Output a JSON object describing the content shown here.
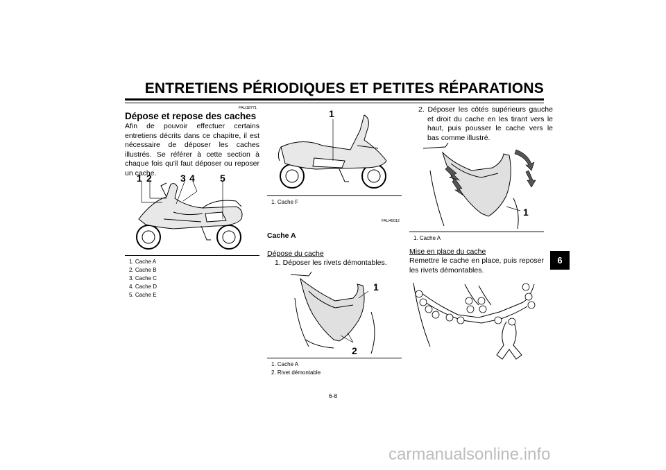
{
  "header": {
    "title": "ENTRETIENS PÉRIODIQUES ET PETITES RÉPARATIONS"
  },
  "col1": {
    "code": "FAU18771",
    "heading": "Dépose et repose des caches",
    "paragraph": "Afin de pouvoir effectuer certains entretiens décrits dans ce chapitre, il est nécessaire de déposer les caches illustrés. Se référer à cette section à chaque fois qu'il faut déposer ou reposer un cache.",
    "callouts": [
      "1",
      "2",
      "3",
      "4",
      "5"
    ],
    "captions": [
      "1. Cache A",
      "2. Cache B",
      "3. Cache C",
      "4. Cache D",
      "5. Cache E"
    ]
  },
  "col2": {
    "fig1_callout": "1",
    "fig1_caption": "1. Cache F",
    "code": "FAU45012",
    "heading": "Cache A",
    "subheading": "Dépose du cache",
    "step1": "1. Déposer les rivets démontables.",
    "fig2_callouts": [
      "1",
      "2"
    ],
    "fig2_captions": [
      "1. Cache A",
      "2. Rivet démontable"
    ]
  },
  "col3": {
    "step2": "2. Déposer les côtés supérieurs gauche et droit du cache en les tirant vers le haut, puis pousser le cache vers le bas comme illustré.",
    "fig1_callout": "1",
    "fig1_caption": "1. Cache A",
    "subheading": "Mise en place du cache",
    "paragraph": "Remettre le cache en place, puis reposer les rivets démontables."
  },
  "tab": {
    "label": "6"
  },
  "page": {
    "number": "6-8"
  },
  "watermark": {
    "text": "carmanualsonline.info"
  }
}
